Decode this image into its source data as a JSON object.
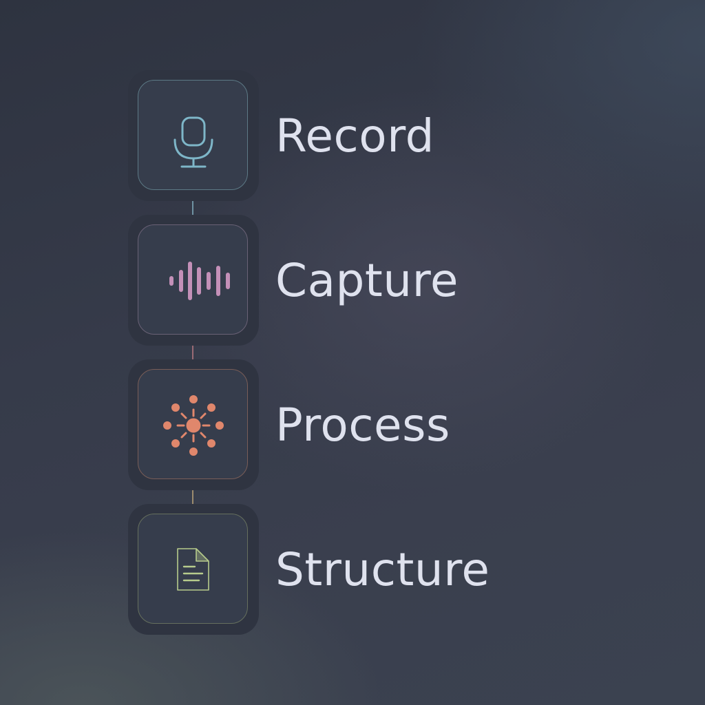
{
  "steps": [
    {
      "label": "Record",
      "icon": "microphone-icon",
      "accent": "#7eb6c8",
      "border": "#5d7a86"
    },
    {
      "label": "Capture",
      "icon": "waveform-icon",
      "accent": "#c490b8",
      "border": "#6a6276"
    },
    {
      "label": "Process",
      "icon": "network-hub-icon",
      "accent": "#e0876c",
      "border": "#7a5e58"
    },
    {
      "label": "Structure",
      "icon": "document-icon",
      "accent": "#b7cc8c",
      "border": "#66705e"
    }
  ],
  "connectors": [
    {
      "color": "#6f93a3"
    },
    {
      "color": "#9a6a74"
    },
    {
      "color": "#9d8c6e"
    }
  ]
}
